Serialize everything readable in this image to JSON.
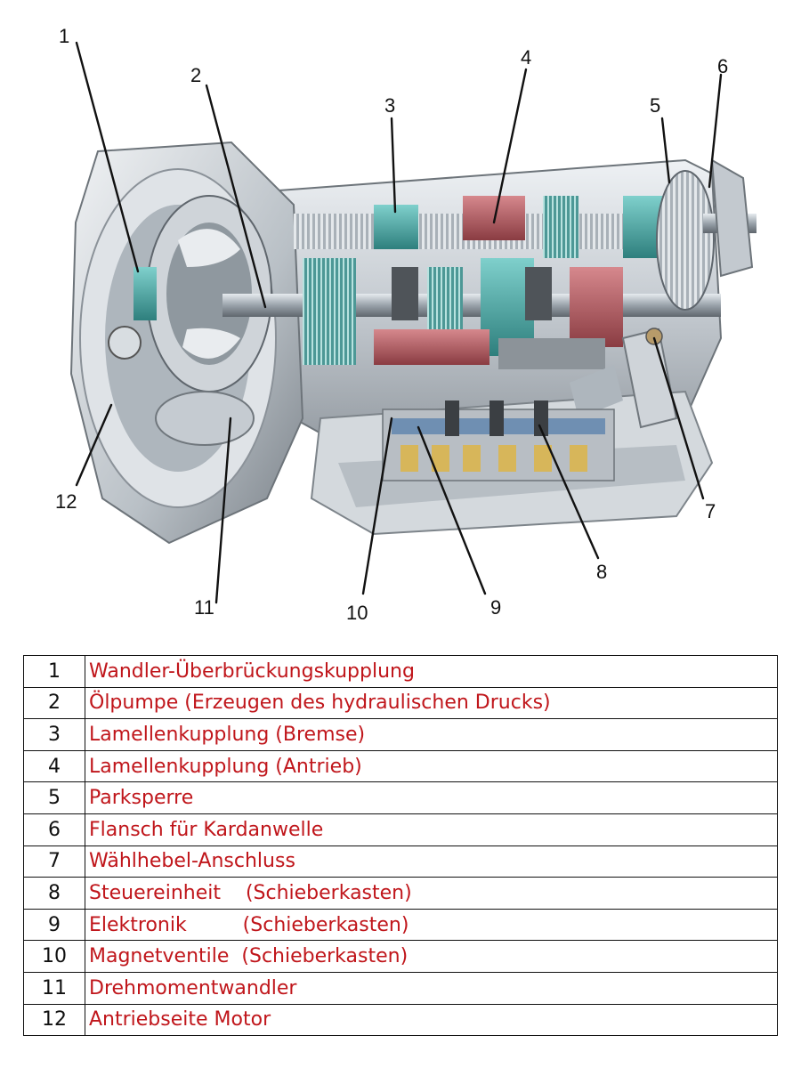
{
  "callouts": [
    "1",
    "2",
    "3",
    "4",
    "5",
    "6",
    "7",
    "8",
    "9",
    "10",
    "11",
    "12"
  ],
  "legend": [
    {
      "num": "1",
      "text": "Wandler-Überbrückungskupplung"
    },
    {
      "num": "2",
      "text": "Ölpumpe (Erzeugen des hydraulischen Drucks)"
    },
    {
      "num": "3",
      "text": "Lamellenkupplung (Bremse)"
    },
    {
      "num": "4",
      "text": "Lamellenkupplung (Antrieb)"
    },
    {
      "num": "5",
      "text": "Parksperre"
    },
    {
      "num": "6",
      "text": "Flansch für Kardanwelle"
    },
    {
      "num": "7",
      "text": "Wählhebel-Anschluss"
    },
    {
      "num": "8",
      "text": "Steuereinheit    (Schieberkasten)"
    },
    {
      "num": "9",
      "text": "Elektronik         (Schieberkasten)"
    },
    {
      "num": "10",
      "text": "Magnetventile  (Schieberkasten)"
    },
    {
      "num": "11",
      "text": "Drehmomentwandler"
    },
    {
      "num": "12",
      "text": "Antriebseite Motor"
    }
  ],
  "colors": {
    "legend_text": "#c0161b",
    "housing": "#c9ced3",
    "gear_teal": "#3f9c9a",
    "gear_red": "#a8535a"
  }
}
